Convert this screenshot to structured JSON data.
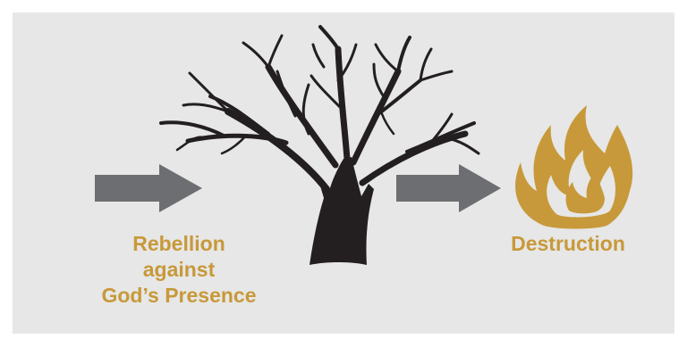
{
  "colors": {
    "background": "#e6e7e6",
    "arrow": "#6d6e71",
    "tree": "#231f20",
    "fire": "#c8993a",
    "label": "#c8993a"
  },
  "labels": {
    "rebellion": [
      "Rebellion",
      "against",
      "God’s Presence"
    ],
    "destruction": "Destruction"
  },
  "icons": {
    "left_arrow": "arrow-right-icon",
    "tree": "bare-tree-icon",
    "right_arrow": "arrow-right-icon",
    "fire": "flame-icon"
  }
}
